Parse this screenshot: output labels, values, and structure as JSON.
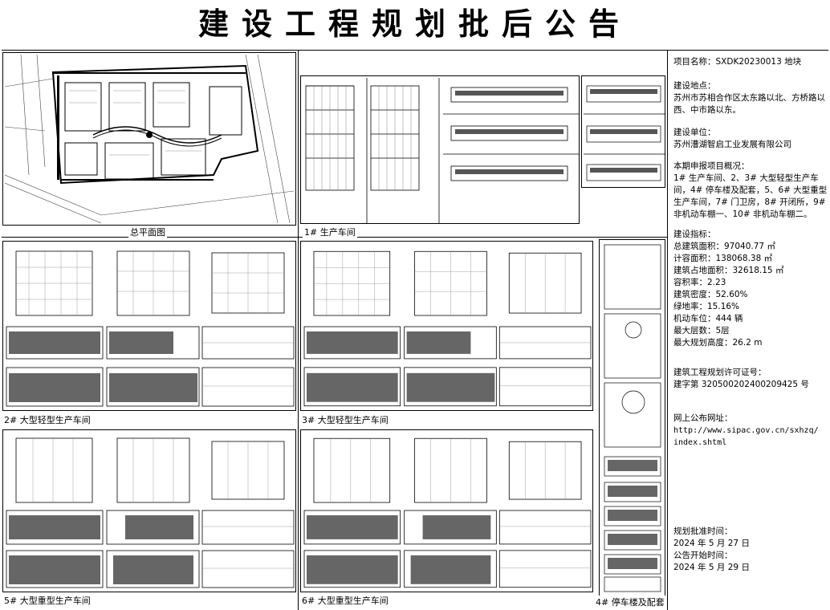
{
  "header": {
    "title": "建设工程规划批后公告"
  },
  "panels": {
    "site_plan": "总平面图",
    "b1": "1# 生产车间",
    "b2": "2# 大型轻型生产车间",
    "b3": "3# 大型轻型生产车间",
    "b5": "5# 大型重型生产车间",
    "b6": "6# 大型重型生产车间",
    "b4": "4# 停车楼及配套"
  },
  "info": {
    "project_name": "项目名称：SXDK20230013 地块",
    "location_label": "建设地点：",
    "location": "苏州市苏相合作区太东路以北、方桥路以西、中市路以东。",
    "builder_label": "建设单位：",
    "builder": "苏州漕湖智启工业发展有限公司",
    "overview_label": "本期申报项目概况：",
    "overview": "1# 生产车间、2、3# 大型轻型生产车间，4# 停车楼及配套，5、6# 大型重型生产车间，7# 门卫房，8# 开闭所，9# 非机动车棚一、10# 非机动车棚二。",
    "indicators_label": "建设指标：",
    "indicators": [
      "总建筑面积：97040.77 ㎡",
      "计容面积：138068.38 ㎡",
      "建筑占地面积：32618.15 ㎡",
      "容积率：2.23",
      "建筑密度：52.60%",
      "绿地率：15.16%",
      "机动车位：444 辆",
      "最大层数：5层",
      "最大规划高度：26.2 m"
    ],
    "permit_label": "建筑工程规划许可证号：",
    "permit": "建字第 320500202400209425 号",
    "url_label": "网上公布网址：",
    "url_line1": "http://www.sipac.gov.cn/sxhzq/",
    "url_line2": "index.shtml",
    "approval_label": "规划批准时间：",
    "approval_date": "2024 年 5 月 27 日",
    "notice_label": "公告开始时间：",
    "notice_date": "2024 年 5 月 29 日"
  }
}
